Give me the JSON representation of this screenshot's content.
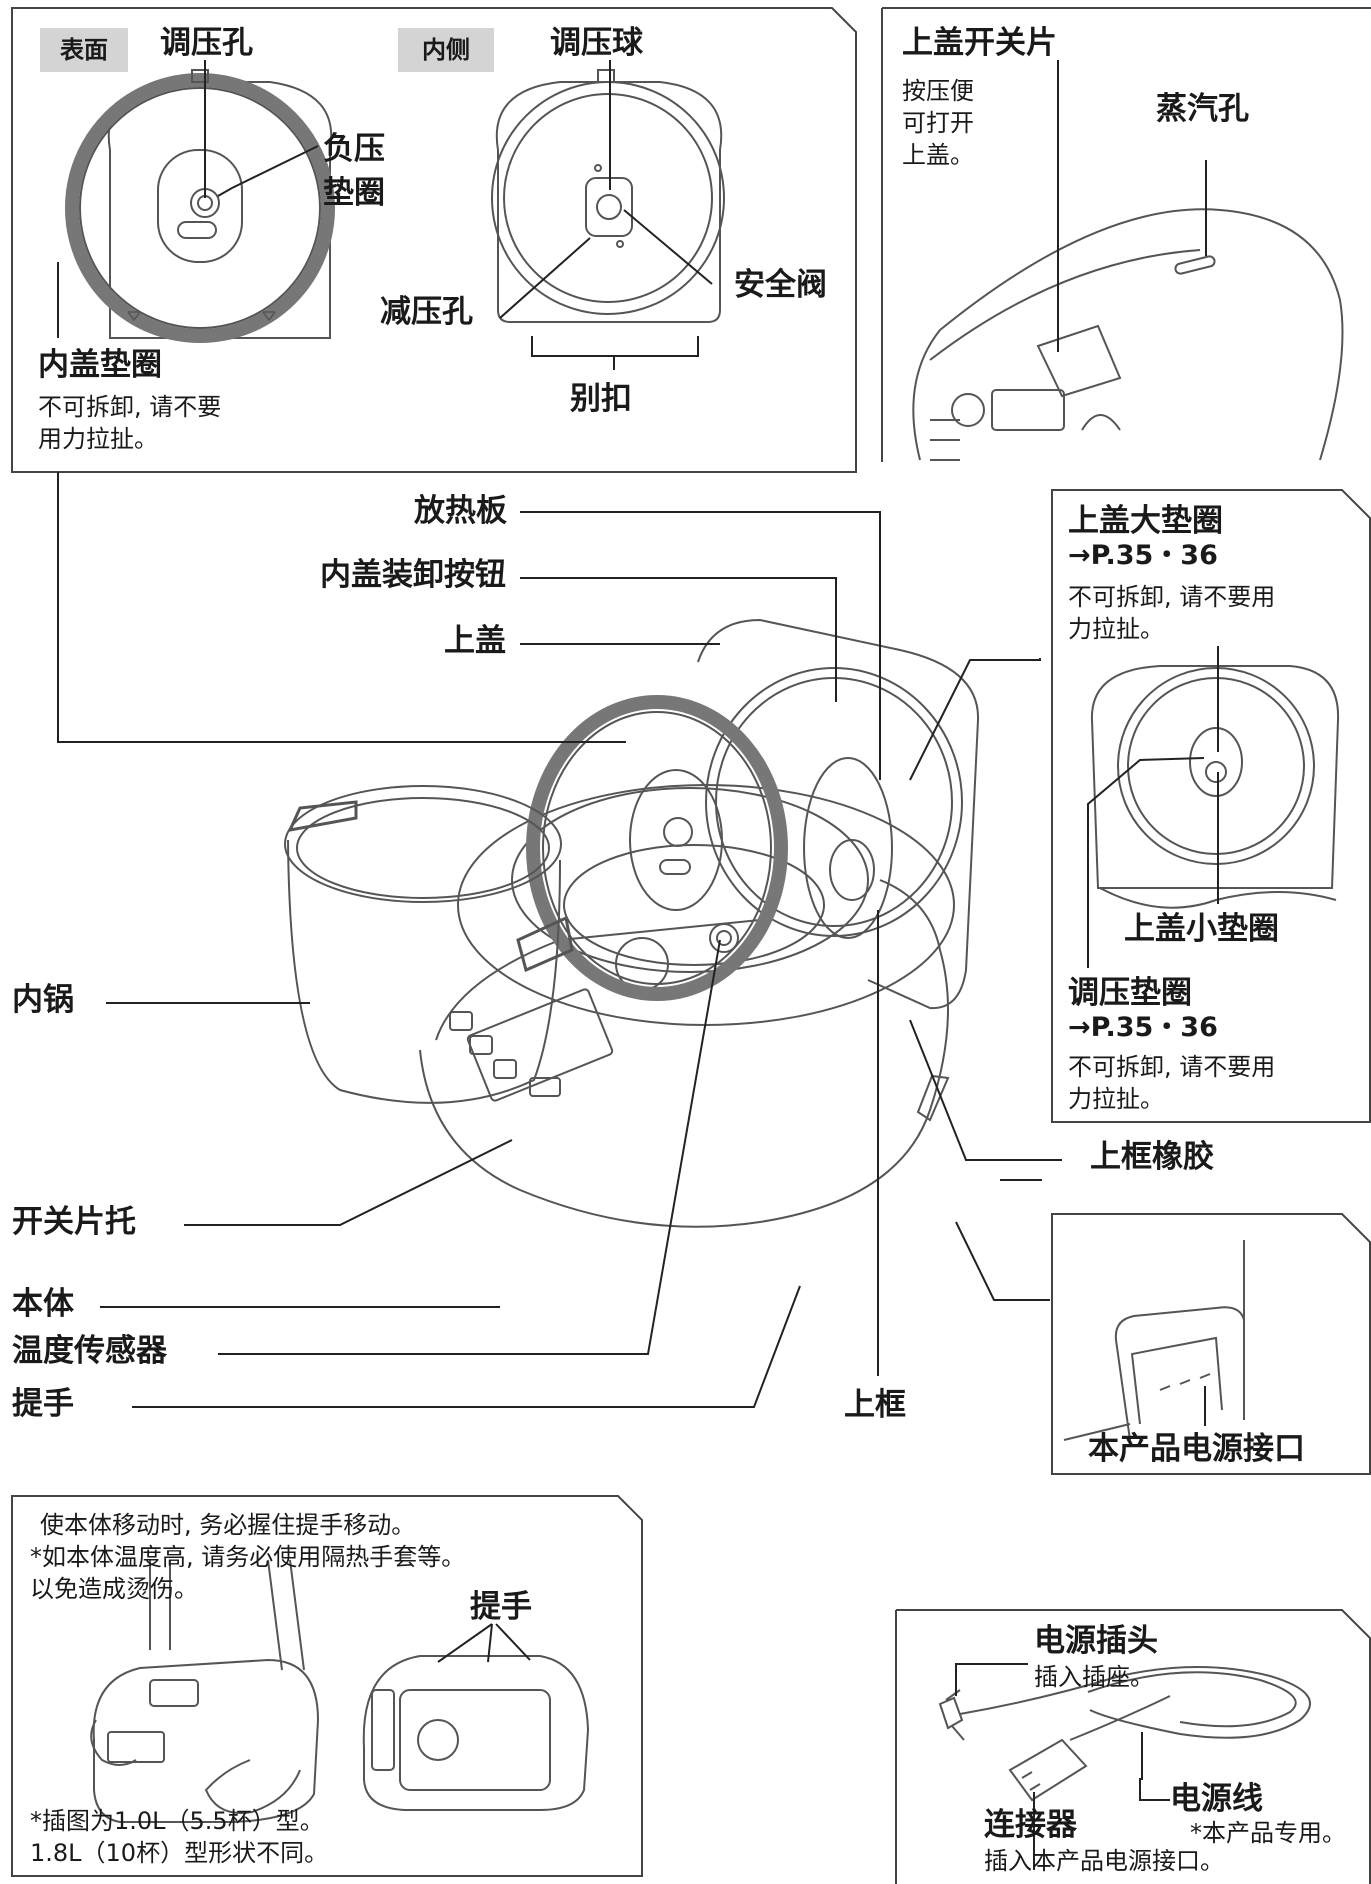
{
  "top_left": {
    "tag_surface": "表面",
    "tag_inner": "内侧",
    "pressure_hole": "调压孔",
    "pressure_ball": "调压球",
    "neg_seal_1": "负压",
    "neg_seal_2": "垫圈",
    "relief_hole": "减压孔",
    "safety_valve": "安全阀",
    "latch": "别扣",
    "inner_lid_seal": "内盖垫圈",
    "inner_lid_note_1": "不可拆卸, 请不要",
    "inner_lid_note_2": "用力拉扯。"
  },
  "top_right": {
    "lid_switch": "上盖开关片",
    "lid_switch_note_1": "按压便",
    "lid_switch_note_2": "可打开",
    "lid_switch_note_3": "上盖。",
    "steam_hole": "蒸汽孔"
  },
  "main": {
    "heat_plate": "放热板",
    "inner_lid_button": "内盖装卸按钮",
    "lid": "上盖",
    "inner_pot": "内锅",
    "switch_holder": "开关片托",
    "body": "本体",
    "temp_sensor": "温度传感器",
    "handle": "提手",
    "upper_frame": "上框",
    "frame_rubber": "上框橡胶"
  },
  "right_seal_panel": {
    "big_seal": "上盖大垫圈",
    "big_seal_ref": "→P.35・36",
    "big_seal_note_1": "不可拆卸, 请不要用",
    "big_seal_note_2": "力拉扯。",
    "small_seal": "上盖小垫圈",
    "pressure_seal": "调压垫圈",
    "pressure_seal_ref": "→P.35・36",
    "pressure_seal_note_1": "不可拆卸, 请不要用",
    "pressure_seal_note_2": "力拉扯。"
  },
  "power_port_panel": {
    "label": "本产品电源接口"
  },
  "handle_panel": {
    "note_1": "使本体移动时, 务必握住提手移动。",
    "note_2": "*如本体温度高, 请务必使用隔热手套等。",
    "note_3": " 以免造成烫伤。",
    "handle": "提手",
    "footnote_1": "*插图为1.0L（5.5杯）型。",
    "footnote_2": " 1.8L（10杯）型形状不同。"
  },
  "cord_panel": {
    "plug": "电源插头",
    "plug_note": "插入插座。",
    "cord": "电源线",
    "cord_note": "*本产品专用。",
    "connector": "连接器",
    "connector_note": "插入本产品电源接口。"
  }
}
